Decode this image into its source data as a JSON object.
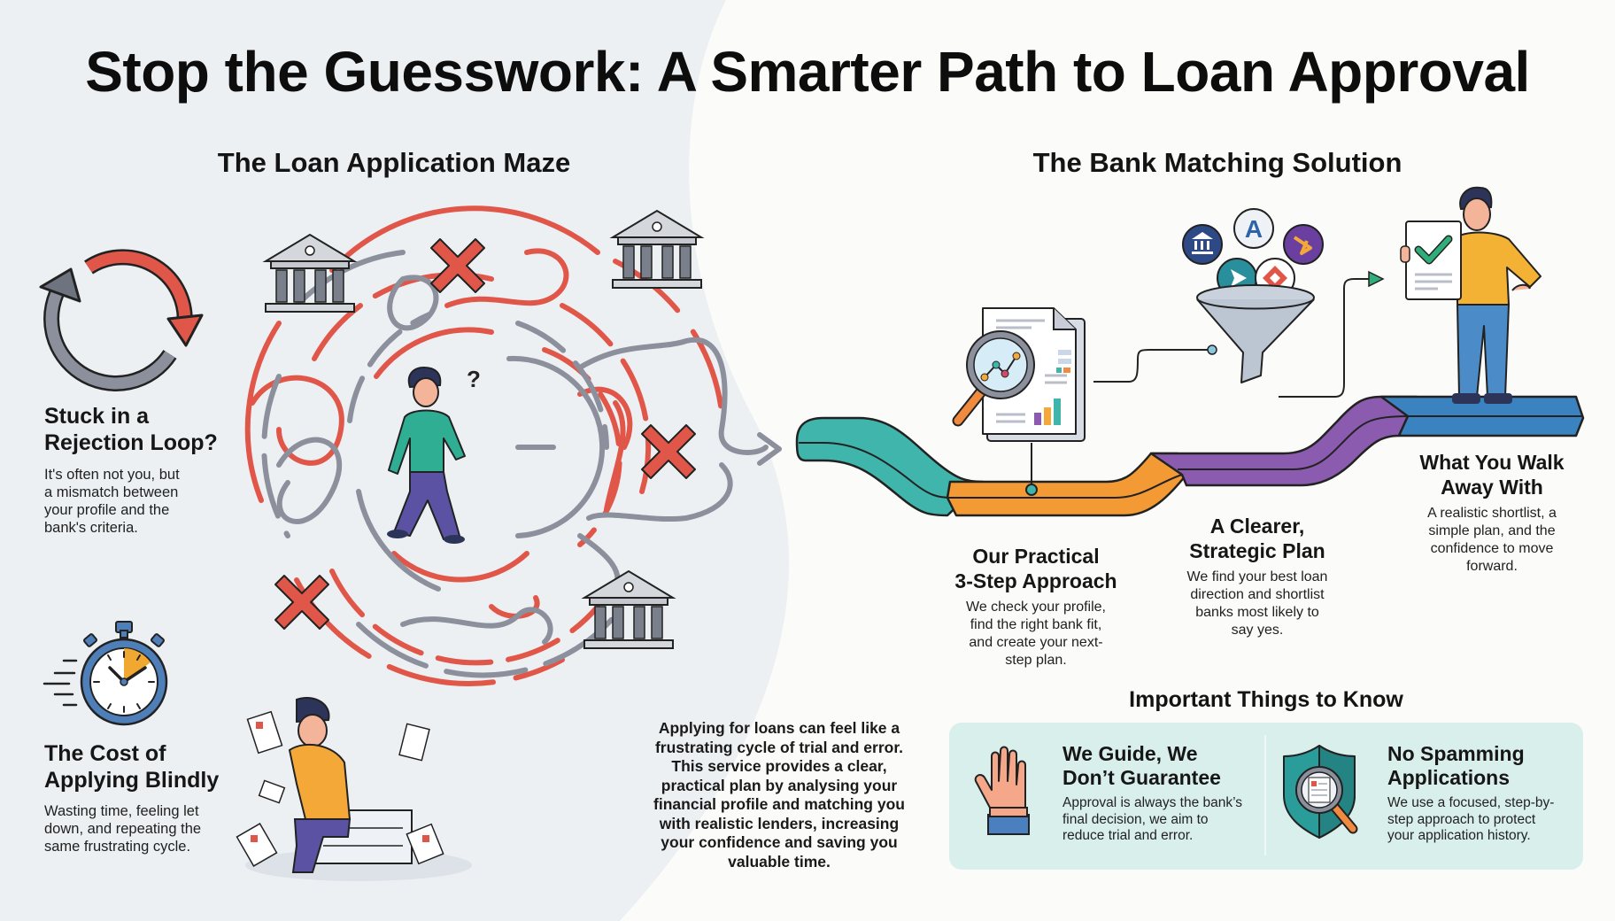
{
  "header": {
    "title": "Stop the Guesswork: A Smarter Path to Loan Approval"
  },
  "left_section": {
    "title": "The Loan Application Maze",
    "rejection_loop": {
      "icon": "cycle-arrows-icon",
      "heading_line1": "Stuck in a",
      "heading_line2": "Rejection Loop?",
      "body_line1": "It's often not you, but",
      "body_line2": "a mismatch between",
      "body_line3": "your profile and the",
      "body_line4": "bank's criteria."
    },
    "cost": {
      "icon": "stopwatch-icon",
      "heading_line1": "The Cost of",
      "heading_line2": "Applying Blindly",
      "body_line1": "Wasting time, feeling let",
      "body_line2": "down, and repeating the",
      "body_line3": "same frustrating cycle."
    },
    "maze": {
      "icons": [
        "bank-icon",
        "bank-icon",
        "bank-icon",
        "x-mark-icon",
        "x-mark-icon",
        "x-mark-icon",
        "confused-person-icon",
        "question-mark-icon",
        "exit-arrow-icon"
      ],
      "question_mark": "?"
    },
    "stressed_person_icon": "stressed-person-with-papers-icon"
  },
  "summary": {
    "line1": "Applying for loans can feel like a",
    "line2": "frustrating cycle of trial and error.",
    "line3": "This service provides a clear,",
    "line4": "practical plan by analysing your",
    "line5": "financial profile and matching you",
    "line6": "with realistic lenders, increasing",
    "line7": "your confidence and saving you",
    "line8": "valuable time."
  },
  "right_section": {
    "title": "The Bank Matching Solution",
    "steps": [
      {
        "heading_line1": "Our Practical",
        "heading_line2": "3-Step Approach",
        "body_line1": "We check your profile,",
        "body_line2": "find the right bank fit,",
        "body_line3": "and create your next-",
        "body_line4": "step plan.",
        "icon": "document-analysis-icon",
        "color": "#f39a34"
      },
      {
        "heading_line1": "A Clearer,",
        "heading_line2": "Strategic Plan",
        "body_line1": "We find your best loan",
        "body_line2": "direction and shortlist",
        "body_line3": "banks most likely to",
        "body_line4": "say yes.",
        "icon": "bank-funnel-icon",
        "color": "#8b5bb0"
      },
      {
        "heading_line1": "What You Walk",
        "heading_line2": "Away With",
        "body_line1": "A realistic shortlist, a",
        "body_line2": "simple plan, and the",
        "body_line3": "confidence to move",
        "body_line4": "forward.",
        "icon": "confident-person-with-checklist-icon",
        "color": "#3b82c0"
      }
    ],
    "path_colors": {
      "teal": "#3fb5ac",
      "orange": "#f39a34",
      "purple": "#8b5bb0",
      "blue": "#3b82c0"
    },
    "bank_logos": [
      "bank-logo-icon",
      "letter-a-logo-icon",
      "bird-logo-icon",
      "play-logo-icon",
      "red-diamond-logo-icon"
    ]
  },
  "important": {
    "title": "Important Things to Know",
    "items": [
      {
        "icon": "stop-hand-icon",
        "heading_line1": "We Guide, We",
        "heading_line2": "Don’t Guarantee",
        "body_line1": "Approval is always the bank’s",
        "body_line2": "final decision, we aim to",
        "body_line3": "reduce trial and error."
      },
      {
        "icon": "shield-magnifier-icon",
        "heading_line1": "No Spamming",
        "heading_line2": "Applications",
        "body_line1": "We use a focused, step-by-",
        "body_line2": "step approach to protect",
        "body_line3": "your application history."
      }
    ],
    "panel_color": "#d9efec"
  }
}
